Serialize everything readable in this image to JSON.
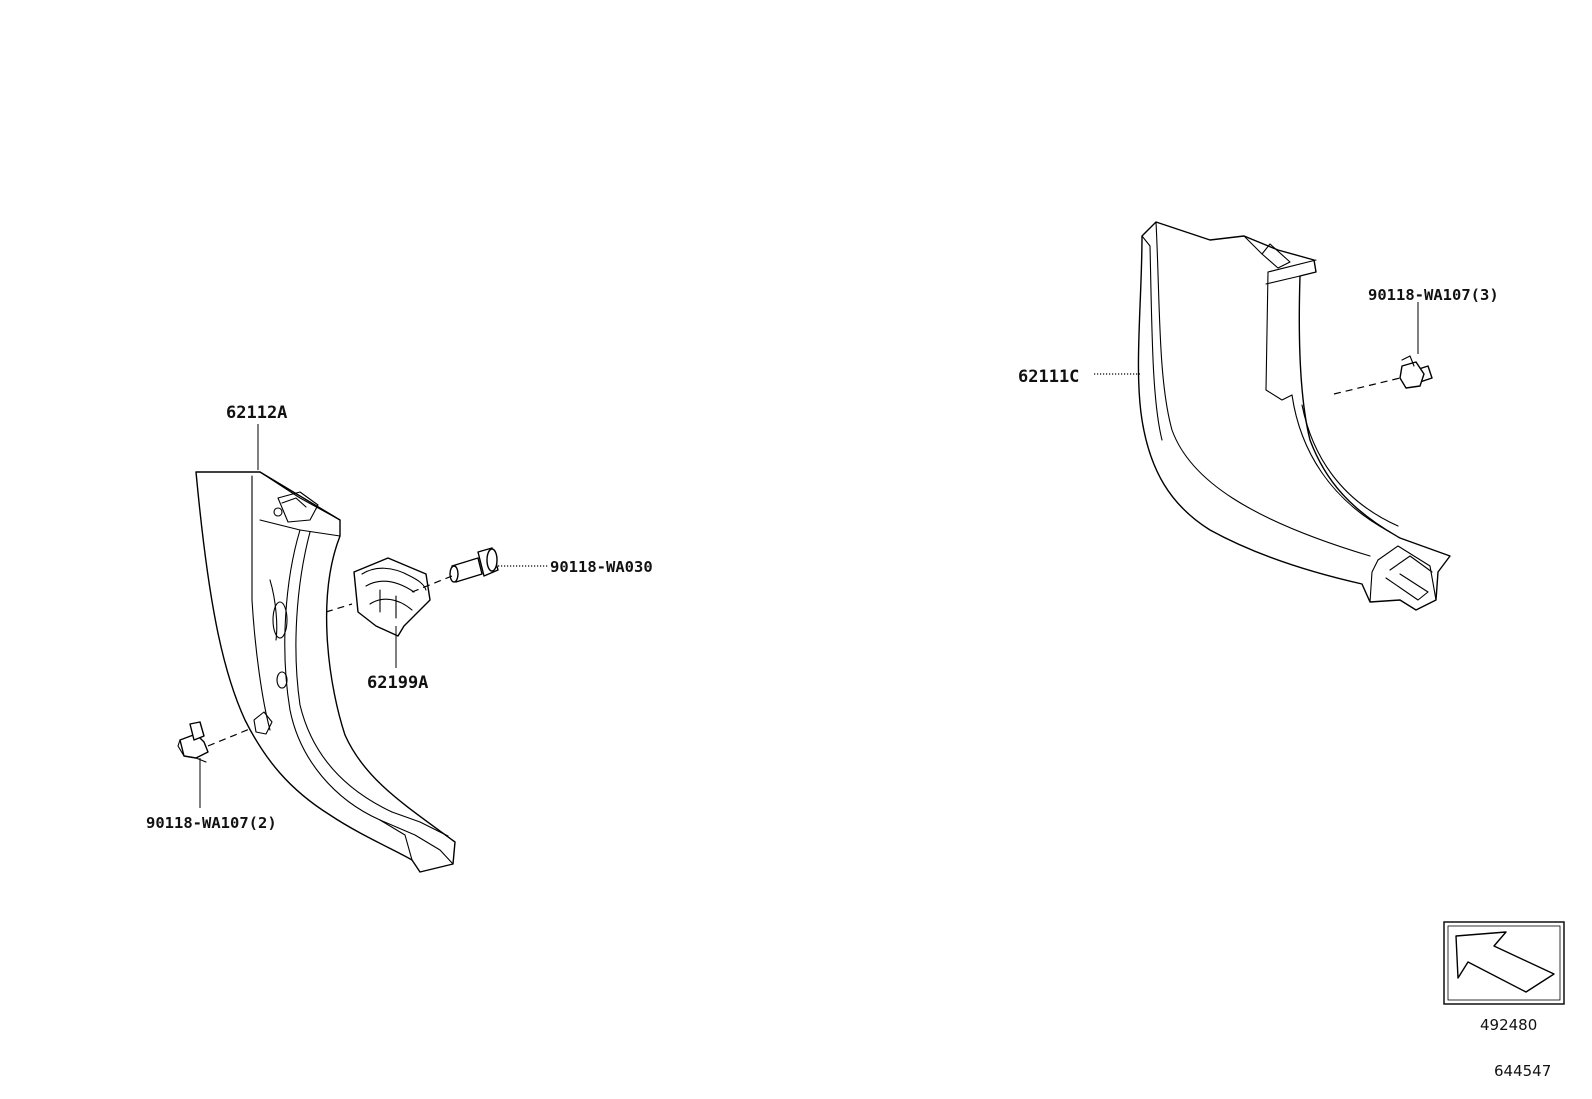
{
  "callouts": {
    "panel_left": "62112A",
    "panel_right": "62111C",
    "clip_bracket": "62199A",
    "screw": "90118-WA030",
    "clip_left": "90118-WA107(2)",
    "clip_right": "90118-WA107(3)"
  },
  "figure": {
    "direction_ref": "492480",
    "diagram_id": "644547"
  },
  "icons": {
    "direction": "front-direction-arrow-icon"
  }
}
